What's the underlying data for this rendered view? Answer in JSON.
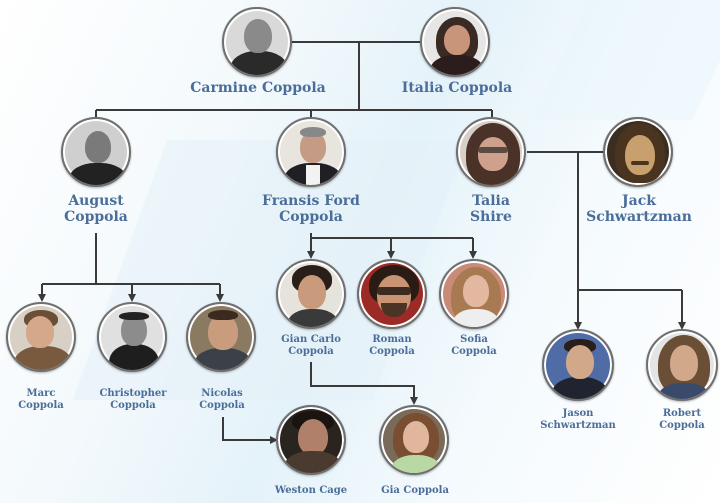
{
  "diagram": {
    "type": "family-tree",
    "title": "Coppola family tree",
    "colors": {
      "label": "#4a6d99",
      "line": "#3a3a3a",
      "avatar_border": "#6f6f6f"
    },
    "people": {
      "carmine": {
        "line1": "Carmine Coppola",
        "line2": ""
      },
      "italia": {
        "line1": "Italia Coppola",
        "line2": ""
      },
      "august": {
        "line1": "August",
        "line2": "Coppola"
      },
      "francis": {
        "line1": "Fransis Ford",
        "line2": "Coppola"
      },
      "talia": {
        "line1": "Talia",
        "line2": "Shire"
      },
      "jack": {
        "line1": "Jack",
        "line2": "Schwartzman"
      },
      "marc": {
        "line1": "Marc",
        "line2": "Coppola"
      },
      "christopher": {
        "line1": "Christopher",
        "line2": "Coppola"
      },
      "nicolas": {
        "line1": "Nicolas",
        "line2": "Coppola"
      },
      "giancarlo": {
        "line1": "Gian Carlo",
        "line2": "Coppola"
      },
      "roman": {
        "line1": "Roman",
        "line2": "Coppola"
      },
      "sofia": {
        "line1": "Sofia",
        "line2": "Coppola"
      },
      "jason": {
        "line1": "Jason",
        "line2": "Schwartzman"
      },
      "robert": {
        "line1": "Robert",
        "line2": "Coppola"
      },
      "weston": {
        "line1": "Weston Cage",
        "line2": ""
      },
      "gia": {
        "line1": "Gia Coppola",
        "line2": ""
      }
    },
    "relationships": [
      {
        "parents": [
          "Carmine Coppola",
          "Italia Coppola"
        ],
        "children": [
          "August Coppola",
          "Fransis Ford Coppola",
          "Talia Shire"
        ]
      },
      {
        "parents": [
          "August Coppola"
        ],
        "children": [
          "Marc Coppola",
          "Christopher Coppola",
          "Nicolas Coppola"
        ]
      },
      {
        "parents": [
          "Fransis Ford Coppola"
        ],
        "children": [
          "Gian Carlo Coppola",
          "Roman Coppola",
          "Sofia Coppola"
        ]
      },
      {
        "parents": [
          "Talia Shire",
          "Jack Schwartzman"
        ],
        "children": [
          "Jason Schwartzman",
          "Robert Coppola"
        ]
      },
      {
        "parents": [
          "Nicolas Coppola"
        ],
        "children": [
          "Weston Cage"
        ]
      },
      {
        "parents": [
          "Gian Carlo Coppola"
        ],
        "children": [
          "Gia Coppola"
        ]
      }
    ]
  }
}
